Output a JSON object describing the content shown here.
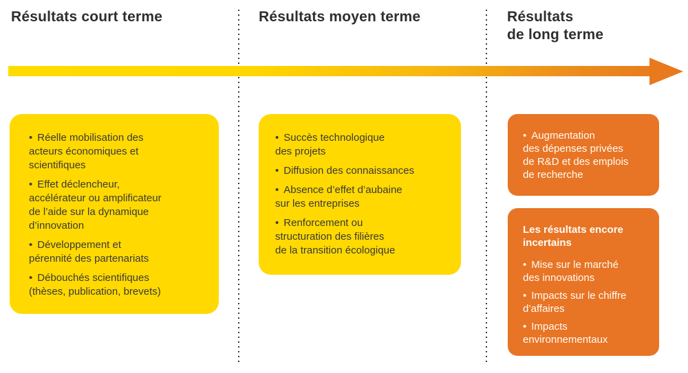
{
  "glyphs": {
    "bullet": "•"
  },
  "colors": {
    "yellow_box": "#FFD900",
    "orange_box": "#E87425",
    "arrow_gradient_start": "#FFDC00",
    "arrow_gradient_end": "#E8791D",
    "heading_text": "#2E2E2D",
    "body_text_dark": "#3A3A39",
    "body_text_light": "#FFFCF5"
  },
  "columns": [
    {
      "heading": "Résultats court terme",
      "box": {
        "bullets": [
          "Réelle mobilisation des\nacteurs économiques et\nscientifiques",
          "Effet déclencheur,\naccélérateur ou amplificateur\nde l’aide sur la dynamique\nd’innovation",
          "Développement et\npérennité des partenariats",
          "Débouchés scientifiques\n(thèses, publication, brevets)"
        ]
      }
    },
    {
      "heading": "Résultats moyen terme",
      "box": {
        "bullets": [
          "Succès technologique\ndes projets",
          "Diffusion des connaissances",
          "Absence d’effet d’aubaine\nsur les entreprises",
          "Renforcement ou\nstructuration des filières\nde la transition écologique"
        ]
      }
    },
    {
      "heading": "Résultats\nde long terme",
      "boxes": [
        {
          "bullets": [
            "Augmentation\ndes dépenses privées\nde R&D et des emplois\nde recherche"
          ]
        },
        {
          "title": "Les résultats encore\nincertains",
          "bullets": [
            "Mise sur le marché\ndes innovations",
            "Impacts sur le chiffre\nd’affaires",
            "Impacts\nenvironnementaux"
          ]
        }
      ]
    }
  ]
}
